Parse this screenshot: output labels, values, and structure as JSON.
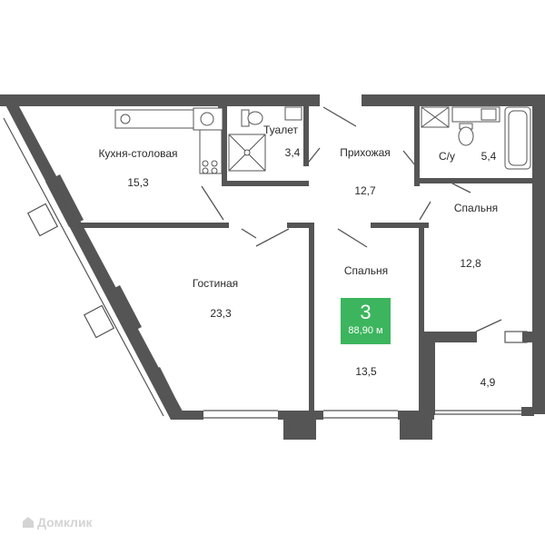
{
  "apartment": {
    "rooms_count": "3",
    "total_area": "88,90 м",
    "badge_color": "#3cb55e",
    "wall_color": "#555555"
  },
  "rooms": {
    "kitchen": {
      "label": "Кухня-столовая",
      "area": "15,3"
    },
    "toilet": {
      "label": "Туалет",
      "area": "3,4"
    },
    "hallway": {
      "label": "Прихожая",
      "area": "12,7"
    },
    "bathroom": {
      "label": "С/у",
      "area": "5,4"
    },
    "bedroom_right": {
      "label": "Спальня",
      "area": "12,8"
    },
    "living": {
      "label": "Гостиная",
      "area": "23,3"
    },
    "bedroom_center": {
      "label": "Спальня",
      "area": "13,5"
    },
    "balcony": {
      "label": "",
      "area": "4,9"
    }
  },
  "watermark": {
    "text": "Домклик"
  }
}
